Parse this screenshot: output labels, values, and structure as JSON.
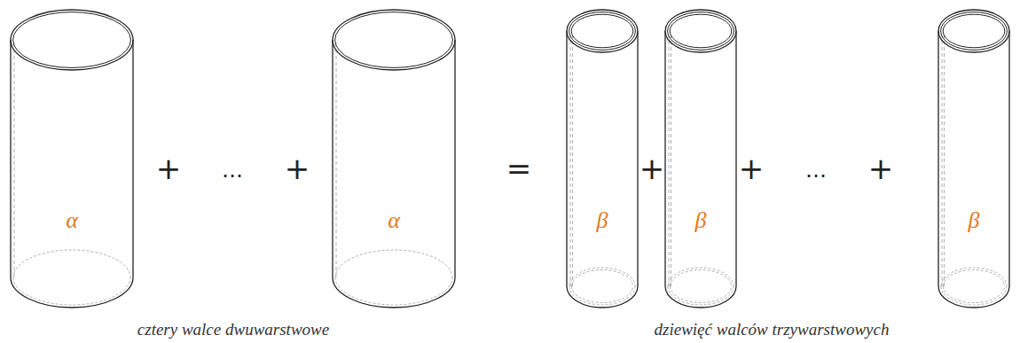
{
  "diagram": {
    "nodes": [
      {
        "text": [
          "α"
        ]
      },
      {
        "text": [
          "α"
        ]
      },
      {
        "text": [
          "β"
        ]
      },
      {
        "text": [
          "β"
        ]
      },
      {
        "text": [
          "β"
        ]
      }
    ],
    "labels": [
      "+",
      "…",
      "+",
      "=",
      "+",
      "+",
      "…",
      "+",
      "cztery walce dwuwarstwowe",
      "dziewięć walców trzywarstwowych"
    ]
  }
}
